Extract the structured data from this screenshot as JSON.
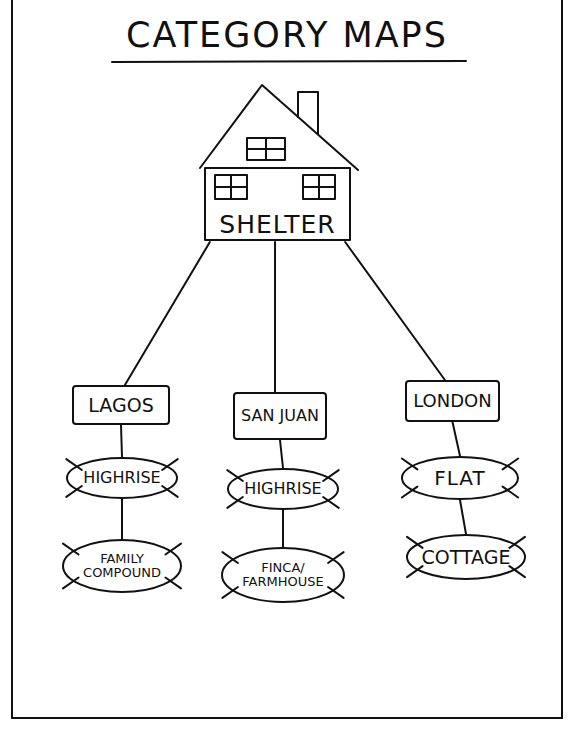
{
  "diagram": {
    "title": "CATEGORY MAPS",
    "nodes": [
      {
        "text": [
          "SHELTER"
        ]
      },
      {
        "text": [
          "LAGOS"
        ]
      },
      {
        "text": [
          "SAN JUAN"
        ]
      },
      {
        "text": [
          "LONDON"
        ]
      },
      {
        "text": [
          "HIGHRISE"
        ]
      },
      {
        "text": [
          "HIGHRISE"
        ]
      },
      {
        "text": [
          "FLAT"
        ]
      },
      {
        "text": [
          "FAMILY COMPOUND"
        ]
      },
      {
        "text": [
          "FINCA/ FARMHOUSE"
        ]
      },
      {
        "text": [
          "COTTAGE"
        ]
      }
    ],
    "edges": [
      {
        "from": 0,
        "to": 1,
        "arrow": "none"
      },
      {
        "from": 0,
        "to": 2,
        "arrow": "none"
      },
      {
        "from": 0,
        "to": 3,
        "arrow": "none"
      },
      {
        "from": 1,
        "to": 4,
        "arrow": "none"
      },
      {
        "from": 4,
        "to": 7,
        "arrow": "none"
      },
      {
        "from": 2,
        "to": 5,
        "arrow": "none"
      },
      {
        "from": 5,
        "to": 8,
        "arrow": "none"
      },
      {
        "from": 3,
        "to": 6,
        "arrow": "none"
      },
      {
        "from": 6,
        "to": 9,
        "arrow": "none"
      }
    ]
  }
}
